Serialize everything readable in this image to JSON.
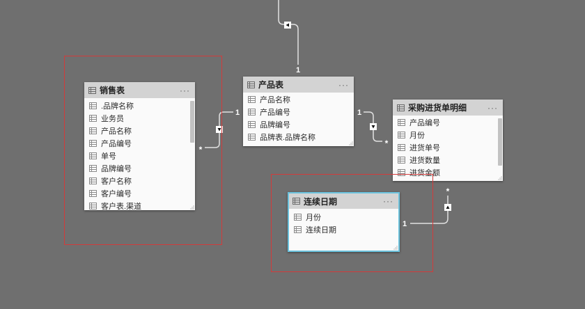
{
  "colors": {
    "canvas_background": "#6f6f6f",
    "card_header": "#d3d3d3",
    "card_body": "#fafafa",
    "selected_border": "#6cc3de",
    "highlight_box": "#d23b3b",
    "relationship_line": "#e2e2e2"
  },
  "tables": [
    {
      "name": "销售表",
      "icon": "table-icon",
      "more": "···",
      "field_icon": "column-icon",
      "selected": false,
      "scrollbar": true,
      "fields": [
        ".品牌名称",
        "业务员",
        "产品名称",
        "产品编号",
        "单号",
        "品牌编号",
        "客户名称",
        "客户编号",
        "客户表.渠道"
      ]
    },
    {
      "name": "产品表",
      "icon": "table-icon",
      "more": "···",
      "field_icon": "column-icon",
      "selected": false,
      "scrollbar": false,
      "fields": [
        "产品名称",
        "产品编号",
        "品牌编号",
        "品牌表.品牌名称"
      ]
    },
    {
      "name": "采购进货单明细",
      "icon": "table-icon",
      "more": "···",
      "field_icon": "column-icon",
      "selected": false,
      "scrollbar": true,
      "fields": [
        "产品编号",
        "月份",
        "进货单号",
        "进货数量",
        "进货金额"
      ]
    },
    {
      "name": "连续日期",
      "icon": "table-icon",
      "more": "···",
      "field_icon": "column-icon",
      "selected": true,
      "scrollbar": false,
      "fields": [
        "月份",
        "连续日期"
      ]
    }
  ],
  "relationships": [
    {
      "end_label": "1",
      "filter_icon": "triangle-left-icon"
    },
    {
      "start_label": "*",
      "end_label": "1",
      "filter_icon": "triangle-down-icon"
    },
    {
      "start_label": "1",
      "end_label": "*",
      "filter_icon": "triangle-down-icon"
    },
    {
      "start_label": "*",
      "end_label": "1",
      "filter_icon": "triangle-up-icon"
    }
  ]
}
